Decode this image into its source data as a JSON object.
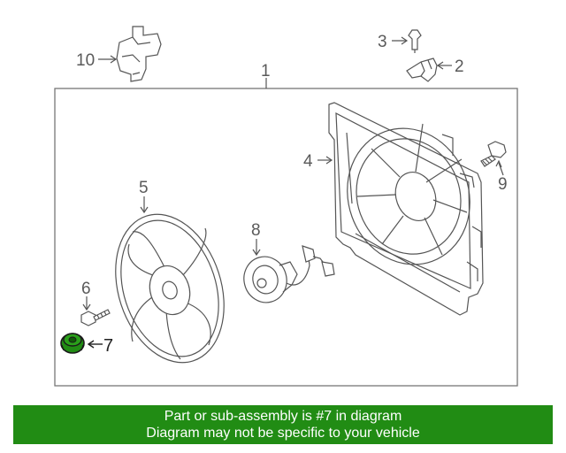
{
  "diagram": {
    "callouts": {
      "c1": "1",
      "c2": "2",
      "c3": "3",
      "c4": "4",
      "c5": "5",
      "c6": "6",
      "c7": "7",
      "c8": "8",
      "c9": "9",
      "c10": "10"
    },
    "highlight_color": "#218c14"
  },
  "banner": {
    "line1": "Part or sub-assembly is #7 in diagram",
    "line2": "Diagram may not be specific to your vehicle",
    "background": "#218c14"
  }
}
